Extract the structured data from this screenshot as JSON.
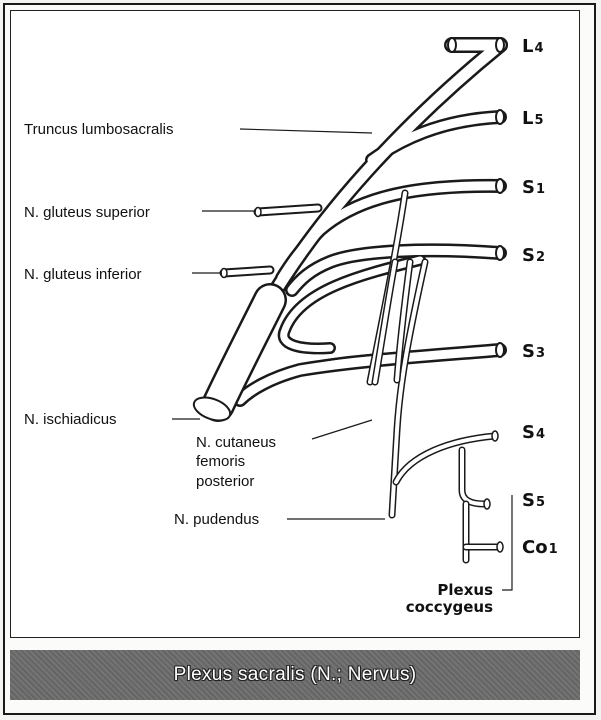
{
  "labels": {
    "truncus": "Truncus lumbosacralis",
    "gluteus_superior": "N. gluteus superior",
    "gluteus_inferior": "N. gluteus inferior",
    "ischiadicus": "N. ischiadicus",
    "cutaneus_line1": "N. cutaneus",
    "cutaneus_line2": "femoris",
    "cutaneus_line3": "posterior",
    "pudendus": "N. pudendus",
    "plexus_line1": "Plexus",
    "plexus_line2": "coccygeus"
  },
  "roots": [
    {
      "main": "L",
      "sub": "4"
    },
    {
      "main": "L",
      "sub": "5"
    },
    {
      "main": "S",
      "sub": "1"
    },
    {
      "main": "S",
      "sub": "2"
    },
    {
      "main": "S",
      "sub": "3"
    },
    {
      "main": "S",
      "sub": "4"
    },
    {
      "main": "S",
      "sub": "5"
    },
    {
      "main": "Co",
      "sub": "1"
    }
  ],
  "caption": "Plexus sacralis (N.; Nervus)",
  "colors": {
    "nerve_fill": "#ffffff",
    "nerve_stroke": "#1a1a1a",
    "caption_bg": "#6b6b6b"
  }
}
